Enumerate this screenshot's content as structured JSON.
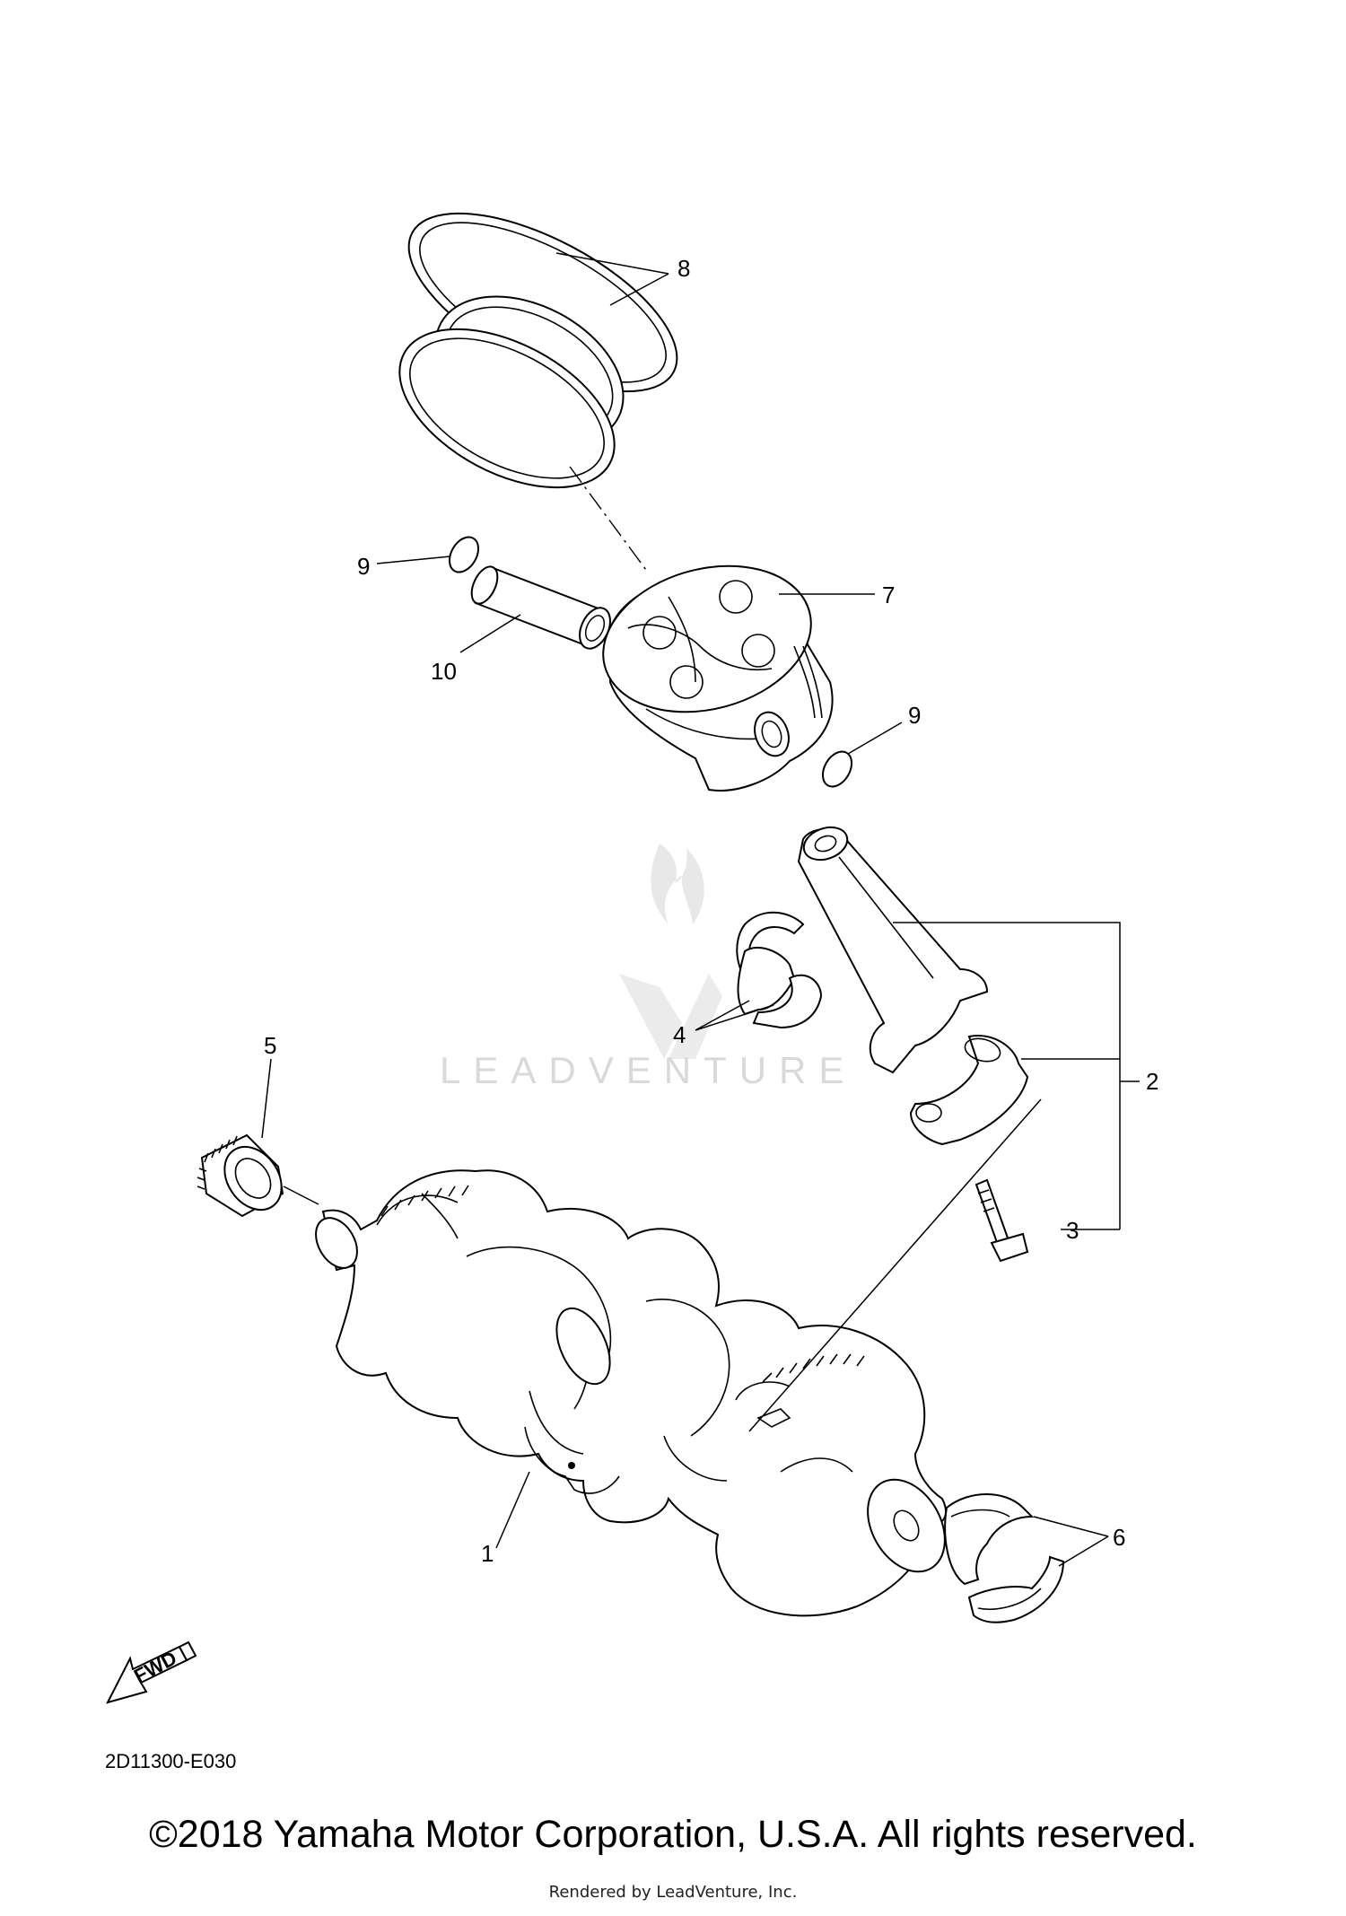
{
  "callouts": {
    "c1": "1",
    "c2": "2",
    "c3": "3",
    "c4": "4",
    "c5": "5",
    "c6": "6",
    "c7": "7",
    "c8": "8",
    "c9a": "9",
    "c9b": "9",
    "c10": "10"
  },
  "fwd_label": "FWD",
  "diagram_code": "2D11300-E030",
  "watermark": "LEADVENTURE",
  "copyright": "©2018 Yamaha Motor Corporation, U.S.A. All rights reserved.",
  "rendered_by": "Rendered by LeadVenture, Inc."
}
